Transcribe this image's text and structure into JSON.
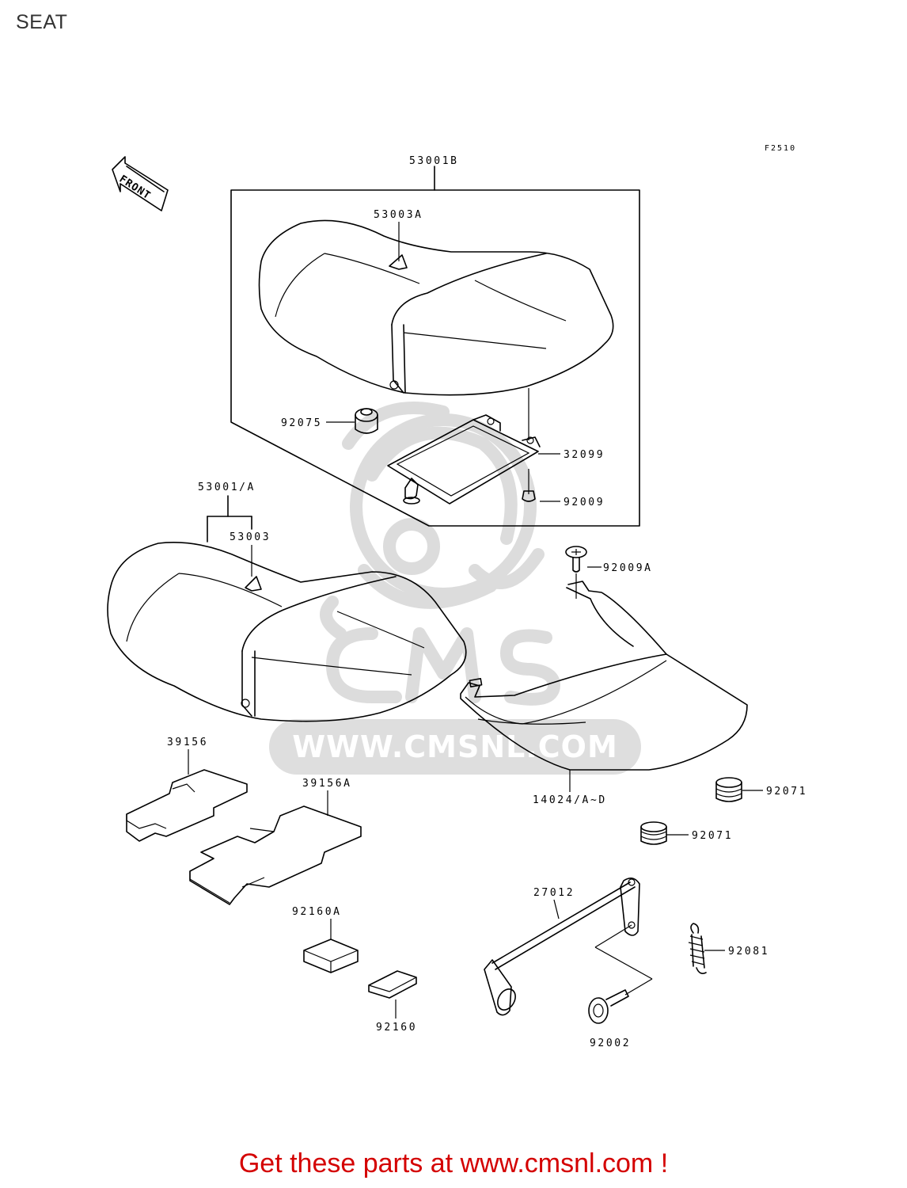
{
  "page": {
    "title": "SEAT",
    "figure_code": "F2510"
  },
  "watermark": {
    "text": "WWW.CMSNL.COM"
  },
  "front_arrow": {
    "label": "FRONT"
  },
  "parts": [
    {
      "id": "p53001B",
      "number": "53001B"
    },
    {
      "id": "p53003A",
      "number": "53003A"
    },
    {
      "id": "p92075",
      "number": "92075"
    },
    {
      "id": "p32099",
      "number": "32099"
    },
    {
      "id": "p92009",
      "number": "92009"
    },
    {
      "id": "p53001A",
      "number": "53001/A"
    },
    {
      "id": "p53003",
      "number": "53003"
    },
    {
      "id": "p92009A",
      "number": "92009A"
    },
    {
      "id": "p39156",
      "number": "39156"
    },
    {
      "id": "p39156A",
      "number": "39156A"
    },
    {
      "id": "p14024",
      "number": "14024/A~D"
    },
    {
      "id": "p92071a",
      "number": "92071"
    },
    {
      "id": "p92071b",
      "number": "92071"
    },
    {
      "id": "p27012",
      "number": "27012"
    },
    {
      "id": "p92160A",
      "number": "92160A"
    },
    {
      "id": "p92081",
      "number": "92081"
    },
    {
      "id": "p92160",
      "number": "92160"
    },
    {
      "id": "p92002",
      "number": "92002"
    }
  ],
  "footer": {
    "text": "Get these parts at www.cmsnl.com !"
  }
}
